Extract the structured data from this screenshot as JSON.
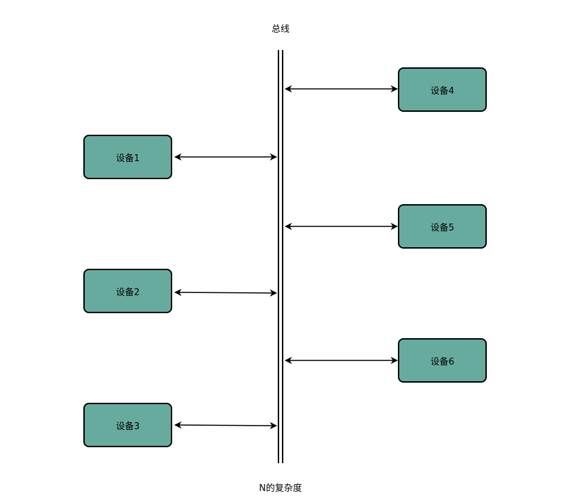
{
  "bus": {
    "title": "总线",
    "caption": "N的复杂度"
  },
  "devices": [
    {
      "label": "设备1"
    },
    {
      "label": "设备2"
    },
    {
      "label": "设备3"
    },
    {
      "label": "设备4"
    },
    {
      "label": "设备5"
    },
    {
      "label": "设备6"
    }
  ],
  "colors": {
    "device_fill": "#67ab9f",
    "stroke": "#000000"
  }
}
